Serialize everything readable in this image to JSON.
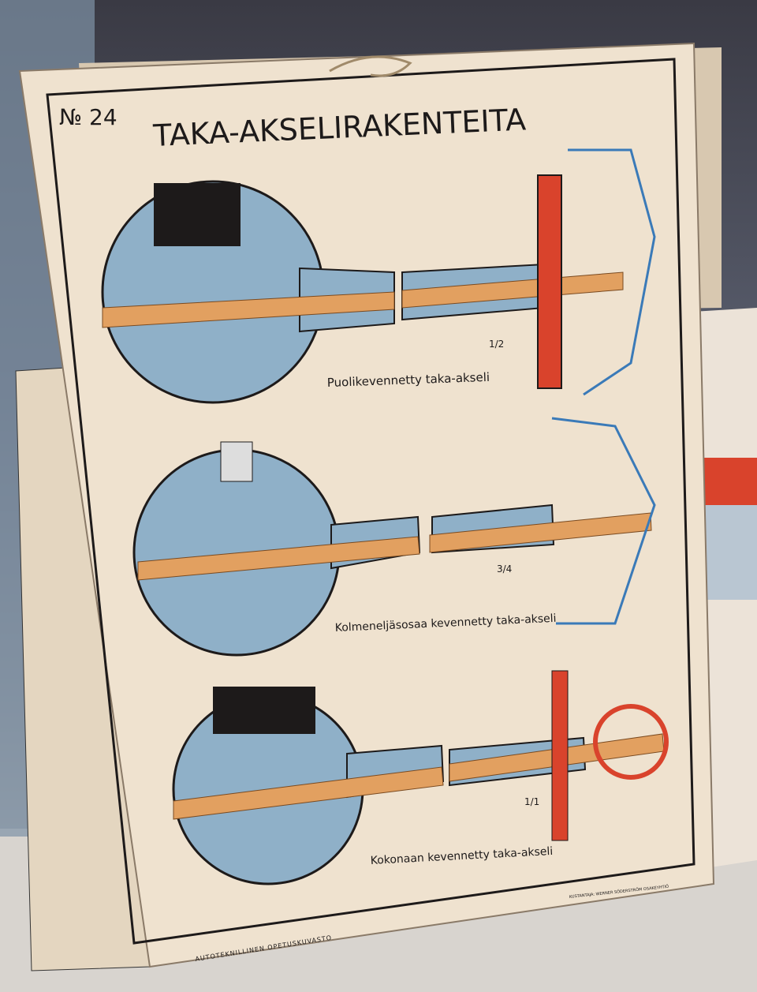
{
  "poster": {
    "number": "№ 24",
    "title": "TAKA-AKSELIRAKENTEITA",
    "diagrams": [
      {
        "label": "Puolikevennetty taka-akseli",
        "note": "1/2"
      },
      {
        "label": "Kolmeneljäsosaa kevennetty taka-akseli",
        "note": "3/4"
      },
      {
        "label": "Kokonaan kevennetty taka-akseli",
        "note": "1/1"
      }
    ],
    "series_name": "AUTOTEKNILLINEN OPETUSKUVASTO",
    "publisher": "KUSTANTAJA: WERNER SÖDERSTRÖM OSAKEYHTIÖ"
  },
  "colors": {
    "paper": "#efe2cf",
    "housing_blue": "#8fb0c8",
    "axle_orange": "#e2a060",
    "red_part": "#d9432c",
    "ink": "#1d1a1a"
  }
}
